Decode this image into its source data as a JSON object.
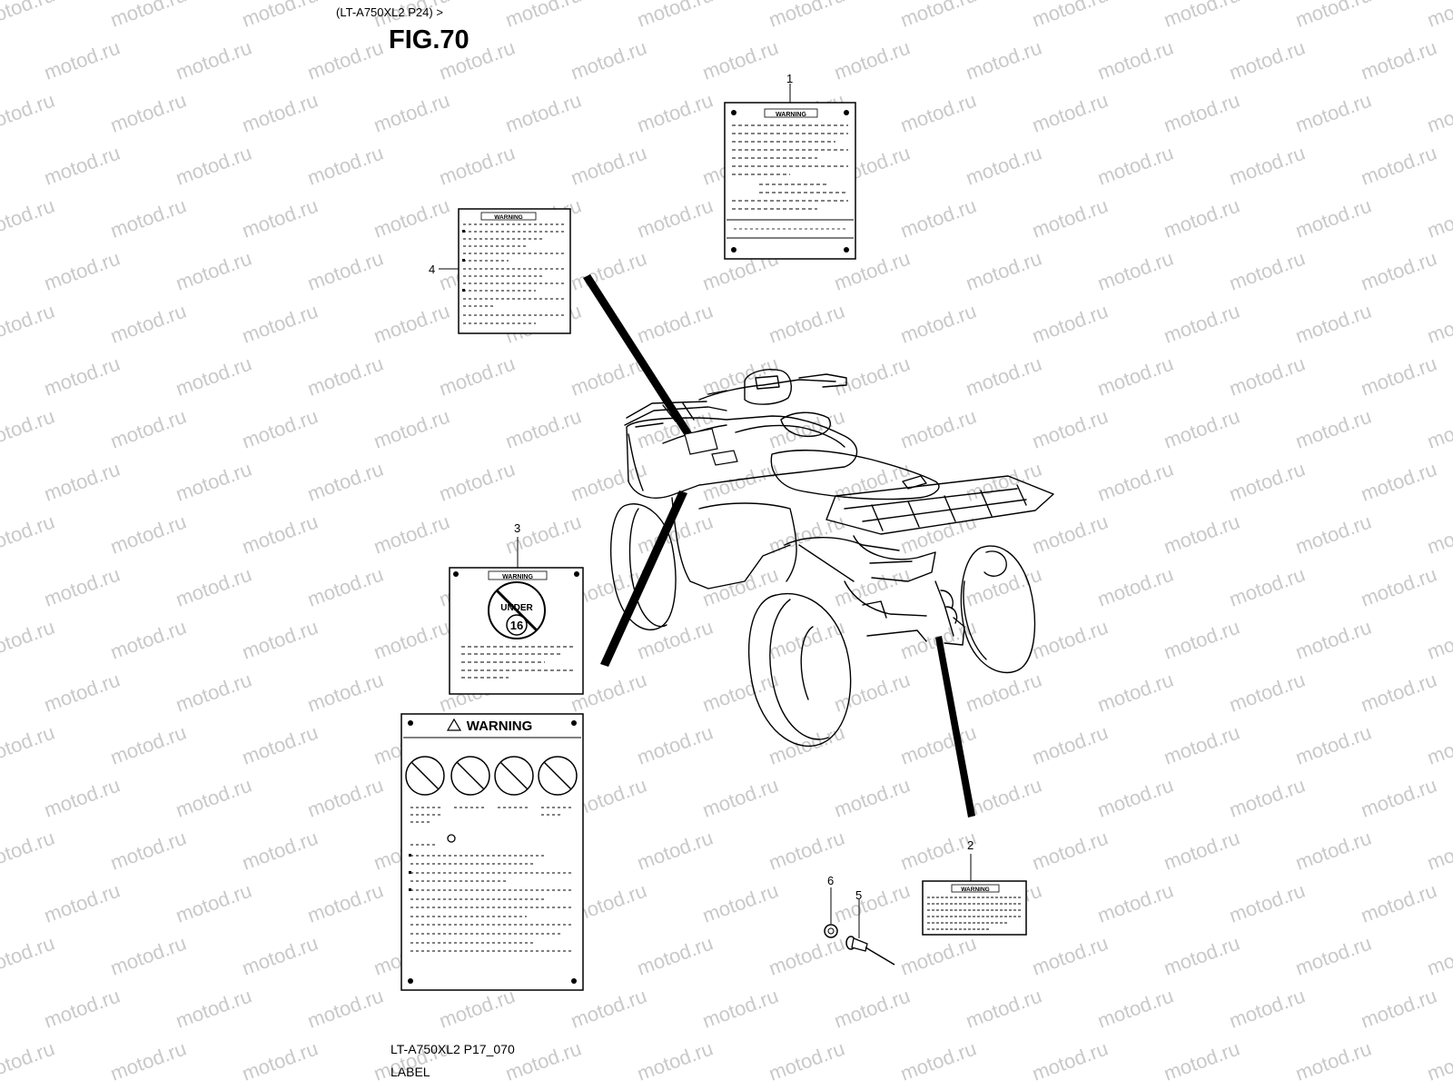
{
  "header": {
    "model_ref": "(LT-A750XL2 P24) >",
    "figure": "FIG.70"
  },
  "footer": {
    "diagram_code": "LT-A750XL2 P17_070",
    "group_name": "LABEL"
  },
  "watermark": "motod.ru",
  "callouts": {
    "c1": "1",
    "c2": "2",
    "c3": "3",
    "c4": "4",
    "c5": "5",
    "c6": "6"
  },
  "labels": {
    "warning": "WARNING",
    "under": "UNDER",
    "age": "16"
  }
}
